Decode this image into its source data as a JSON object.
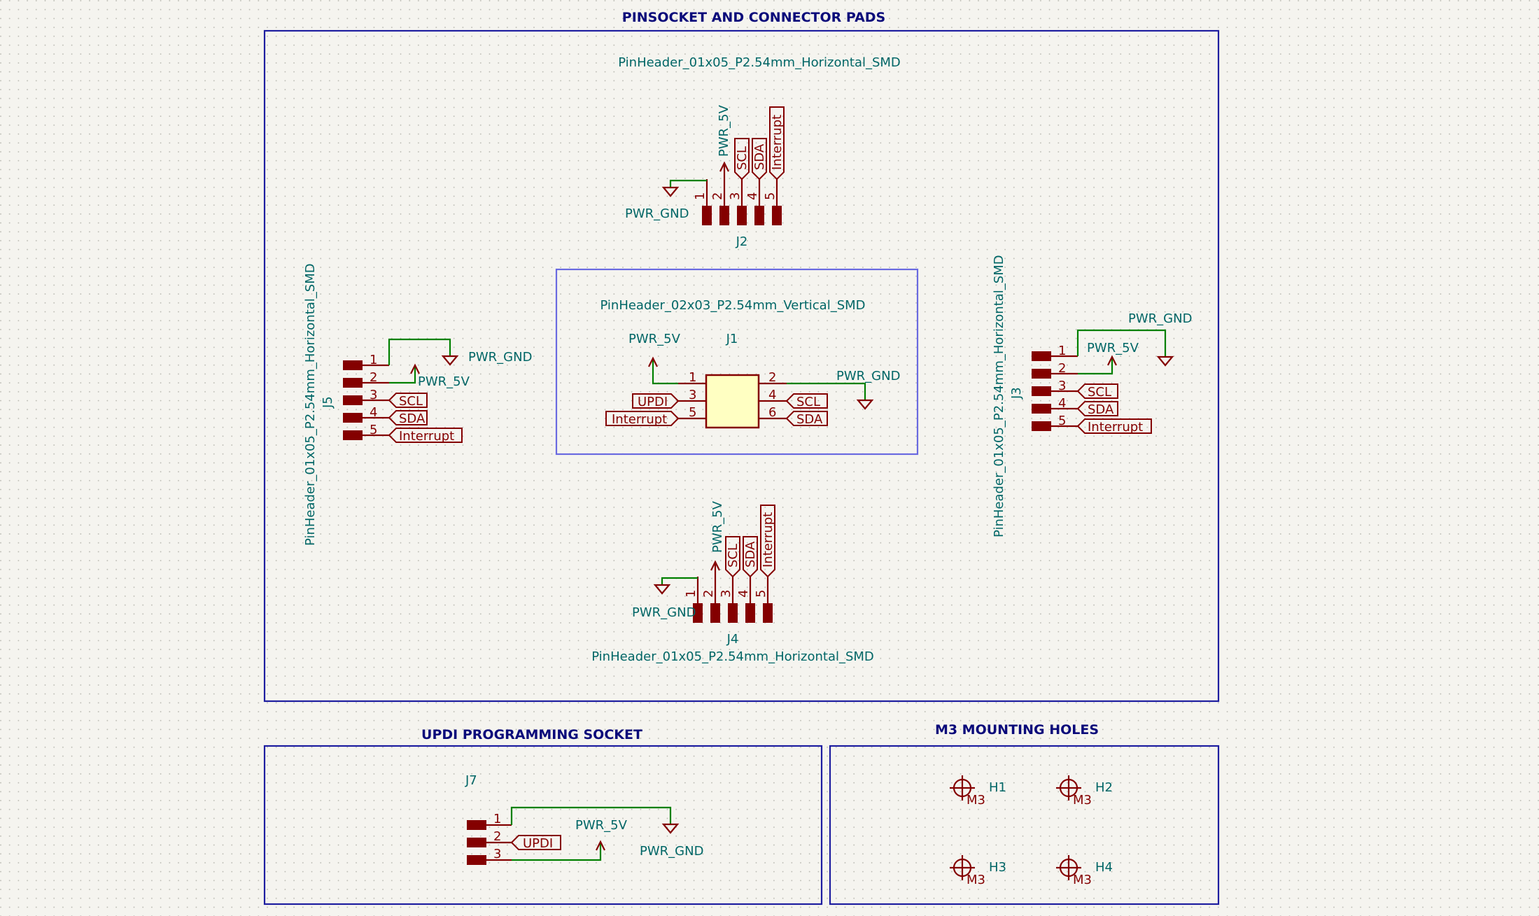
{
  "sections": {
    "pinsocket_title": "PINSOCKET AND CONNECTOR PADS",
    "updi_title": "UPDI PROGRAMMING SOCKET",
    "mounting_title": "M3 MOUNTING HOLES"
  },
  "footprints": {
    "j2": "PinHeader_01x05_P2.54mm_Horizontal_SMD",
    "j1": "PinHeader_02x03_P2.54mm_Vertical_SMD",
    "j5": "PinHeader_01x05_P2.54mm_Horizontal_SMD",
    "j3": "PinHeader_01x05_P2.54mm_Horizontal_SMD",
    "j4": "PinHeader_01x05_P2.54mm_Horizontal_SMD"
  },
  "refs": {
    "j1": "J1",
    "j2": "J2",
    "j3": "J3",
    "j4": "J4",
    "j5": "J5",
    "j7": "J7",
    "h1": "H1",
    "h2": "H2",
    "h3": "H3",
    "h4": "H4"
  },
  "nets": {
    "gnd": "PWR_GND",
    "v5": "PWR_5V",
    "scl": "SCL",
    "sda": "SDA",
    "int": "Interrupt",
    "updi": "UPDI"
  },
  "pins": [
    "1",
    "2",
    "3",
    "4",
    "5",
    "6"
  ],
  "hole_tag": "M3",
  "colors": {
    "background": "#f5f4ef",
    "symbol": "#840000",
    "wire": "#008000",
    "net_text": "#006666",
    "title": "#0a0a7a",
    "frame": "#1e1ea0"
  }
}
